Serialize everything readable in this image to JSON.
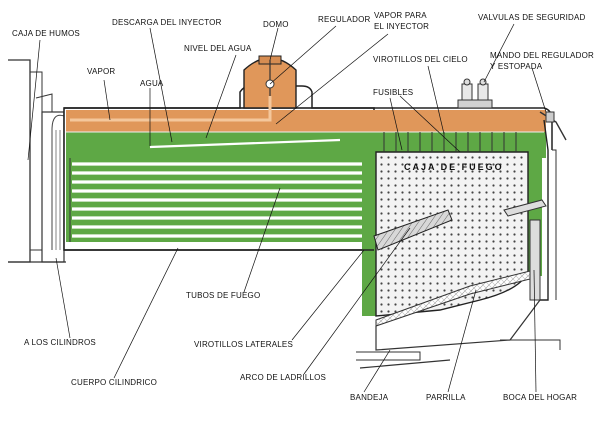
{
  "diagram": {
    "labels": {
      "caja_humos": "CAJA DE HUMOS",
      "descarga_inyector": "DESCARGA DEL INYECTOR",
      "domo": "DOMO",
      "regulador": "REGULADOR",
      "vapor_inyector_1": "VAPOR PARA",
      "vapor_inyector_2": "EL INYECTOR",
      "valvulas_seguridad": "VALVULAS DE SEGURIDAD",
      "nivel_agua": "NIVEL DEL AGUA",
      "vapor": "VAPOR",
      "agua": "AGUA",
      "virotillos_cielo": "VIROTILLOS DEL CIELO",
      "mando_regulador_1": "MANDO DEL REGULADOR",
      "mando_regulador_2": "Y ESTOPADA",
      "fusibles": "FUSIBLES",
      "caja_fuego": "CAJA DE FUEGO",
      "tubos_fuego": "TUBOS DE FUEGO",
      "a_los_cilindros": "A LOS CILINDROS",
      "virotillos_laterales": "VIROTILLOS LATERALES",
      "arco_ladrillos": "ARCO DE LADRILLOS",
      "cuerpo_cilindrico": "CUERPO CILINDRICO",
      "bandeja": "BANDEJA",
      "parrilla": "PARRILLA",
      "boca_hogar": "BOCA DEL HOGAR"
    },
    "colors": {
      "steam": "#e0975a",
      "water": "#5ea845",
      "outline": "#222222",
      "firebox_bg": "#f4f4f4"
    }
  }
}
